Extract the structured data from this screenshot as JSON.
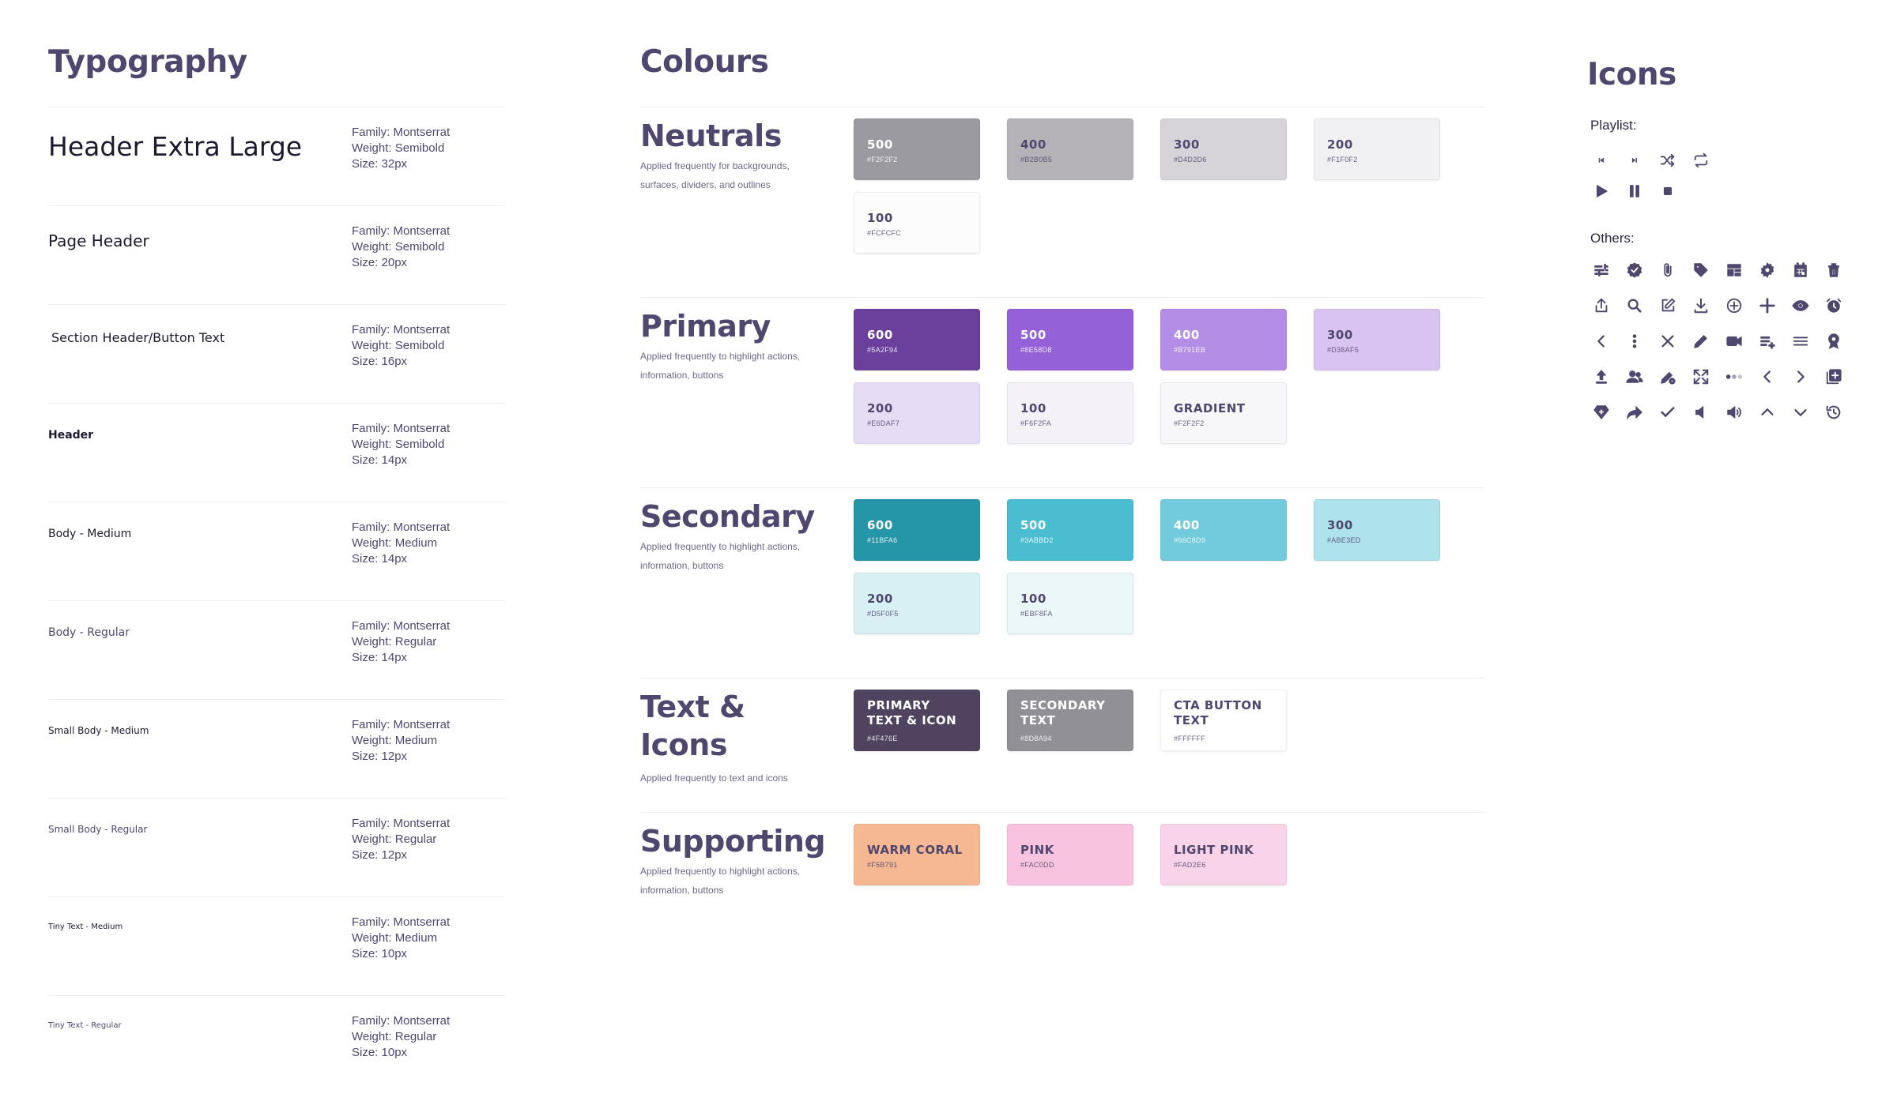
{
  "typography": {
    "title": "Typography",
    "rows": [
      {
        "sample": "Header Extra Large",
        "family": "Family: Montserrat",
        "weight": "Weight: Semibold",
        "size": "Size: 32px"
      },
      {
        "sample": "Page Header",
        "family": "Family: Montserrat",
        "weight": "Weight: Semibold",
        "size": "Size: 20px"
      },
      {
        "sample": "Section Header/Button Text",
        "family": "Family: Montserrat",
        "weight": "Weight: Semibold",
        "size": "Size: 16px"
      },
      {
        "sample": "Header",
        "family": "Family: Montserrat",
        "weight": "Weight: Semibold",
        "size": "Size: 14px"
      },
      {
        "sample": "Body - Medium",
        "family": "Family: Montserrat",
        "weight": "Weight: Medium",
        "size": "Size: 14px"
      },
      {
        "sample": "Body  - Regular",
        "family": "Family: Montserrat",
        "weight": "Weight: Regular",
        "size": "Size: 14px"
      },
      {
        "sample": "Small Body - Medium",
        "family": "Family: Montserrat",
        "weight": "Weight: Medium",
        "size": "Size: 12px"
      },
      {
        "sample": "Small Body - Regular",
        "family": "Family: Montserrat",
        "weight": "Weight: Regular",
        "size": "Size: 12px"
      },
      {
        "sample": "Tiny Text - Medium",
        "family": "Family: Montserrat",
        "weight": "Weight: Medium",
        "size": "Size: 10px"
      },
      {
        "sample": "Tiny Text - Regular",
        "family": "Family: Montserrat",
        "weight": "Weight: Regular",
        "size": "Size: 10px"
      }
    ]
  },
  "colours": {
    "title": "Colours",
    "groups": [
      {
        "title": "Neutrals",
        "desc_lines": [
          "Applied frequently for backgrounds,",
          "surfaces, dividers, and outlines"
        ],
        "swatches": [
          {
            "name": "500",
            "hex": "#F2F2F2",
            "bg": "#9c9aa1",
            "fg": "#ffffff"
          },
          {
            "name": "400",
            "hex": "#B2B0B5",
            "bg": "#b5b3b8",
            "fg": "#4f476e"
          },
          {
            "name": "300",
            "hex": "#D4D2D6",
            "bg": "#d6d4d8",
            "fg": "#4f476e"
          },
          {
            "name": "200",
            "hex": "#F1F0F2",
            "bg": "#f1f0f2",
            "fg": "#4f476e"
          },
          {
            "name": "100",
            "hex": "#FCFCFC",
            "bg": "#fcfcfc",
            "fg": "#4f476e"
          }
        ]
      },
      {
        "title": "Primary",
        "desc_lines": [
          "Applied frequently to highlight actions,",
          "information, buttons"
        ],
        "swatches": [
          {
            "name": "600",
            "hex": "#5A2F94",
            "bg": "#6b3f9c",
            "fg": "#ffffff"
          },
          {
            "name": "500",
            "hex": "#8E58D8",
            "bg": "#9461d9",
            "fg": "#ffffff"
          },
          {
            "name": "400",
            "hex": "#B791EB",
            "bg": "#b48de6",
            "fg": "#ffffff"
          },
          {
            "name": "300",
            "hex": "#D38AF5",
            "bg": "#d9c3f3",
            "fg": "#4f476e"
          },
          {
            "name": "200",
            "hex": "#E6DAF7",
            "bg": "#e7dcf6",
            "fg": "#4f476e"
          },
          {
            "name": "100",
            "hex": "#F6F2FA",
            "bg": "#f5f1f9",
            "fg": "#4f476e"
          },
          {
            "name": "GRADIENT",
            "hex": "#F2F2F2",
            "bg": "#f7f6f8",
            "fg": "#4f476e"
          }
        ]
      },
      {
        "title": "Secondary",
        "desc_lines": [
          "Applied frequently to highlight actions,",
          "information, buttons"
        ],
        "swatches": [
          {
            "name": "600",
            "hex": "#11BFA6",
            "bg": "#2596a8",
            "fg": "#ffffff"
          },
          {
            "name": "500",
            "hex": "#3ABBD2",
            "bg": "#4bbdd0",
            "fg": "#ffffff"
          },
          {
            "name": "400",
            "hex": "#66C8D9",
            "bg": "#72cbdc",
            "fg": "#ffffff"
          },
          {
            "name": "300",
            "hex": "#ABE3ED",
            "bg": "#afe3ec",
            "fg": "#4f476e"
          },
          {
            "name": "200",
            "hex": "#D5F0F5",
            "bg": "#d8eff4",
            "fg": "#4f476e"
          },
          {
            "name": "100",
            "hex": "#EBF8FA",
            "bg": "#ebf7f9",
            "fg": "#4f476e"
          }
        ]
      },
      {
        "title": "Text & Icons",
        "desc_lines": [
          "Applied frequently to text and icons"
        ],
        "swatches": [
          {
            "name": "PRIMARY\nTEXT & ICON",
            "hex": "#4F476E",
            "bg": "#4f4360",
            "fg": "#ffffff"
          },
          {
            "name": "SECONDARY\nTEXT",
            "hex": "#8D8A94",
            "bg": "#929097",
            "fg": "#ffffff"
          },
          {
            "name": "CTA BUTTON\nTEXT",
            "hex": "#FFFFFF",
            "bg": "#ffffff",
            "fg": "#4f476e"
          }
        ]
      },
      {
        "title": "Supporting",
        "desc_lines": [
          "Applied frequently to highlight actions,",
          "information, buttons"
        ],
        "swatches": [
          {
            "name": "WARM CORAL",
            "hex": "#F5B791",
            "bg": "#f5b893",
            "fg": "#4f476e"
          },
          {
            "name": "PINK",
            "hex": "#FAC0DD",
            "bg": "#f8c3df",
            "fg": "#4f476e"
          },
          {
            "name": "LIGHT PINK",
            "hex": "#FAD2E6",
            "bg": "#f9d3e7",
            "fg": "#4f476e"
          }
        ]
      }
    ]
  },
  "icons": {
    "title": "Icons",
    "playlist_label": "Playlist:",
    "others_label": "Others:",
    "playlist": [
      "skip-previous-icon",
      "skip-next-icon",
      "shuffle-icon",
      "repeat-icon",
      "play-icon",
      "pause-icon",
      "stop-icon"
    ],
    "others": [
      "sliders-icon",
      "verified-icon",
      "paperclip-icon",
      "tag-icon",
      "layout-icon",
      "settings-icon",
      "calendar-icon",
      "trash-icon",
      "share-icon",
      "search-icon",
      "edit-square-icon",
      "download-icon",
      "add-circle-icon",
      "plus-icon",
      "eye-icon",
      "alarm-icon",
      "chevron-left-icon",
      "more-vertical-icon",
      "close-icon",
      "pencil-icon",
      "video-icon",
      "playlist-add-icon",
      "menu-icon",
      "badge-icon",
      "upload-icon",
      "group-icon",
      "edit-settings-icon",
      "fullscreen-icon",
      "dots-icon",
      "chevron-left-icon",
      "chevron-right-icon",
      "add-box-icon",
      "diamond-icon",
      "forward-icon",
      "check-icon",
      "volume-low-icon",
      "volume-high-icon",
      "chevron-up-icon",
      "chevron-down-icon",
      "history-icon"
    ],
    "icon_color": "#4f476e"
  }
}
